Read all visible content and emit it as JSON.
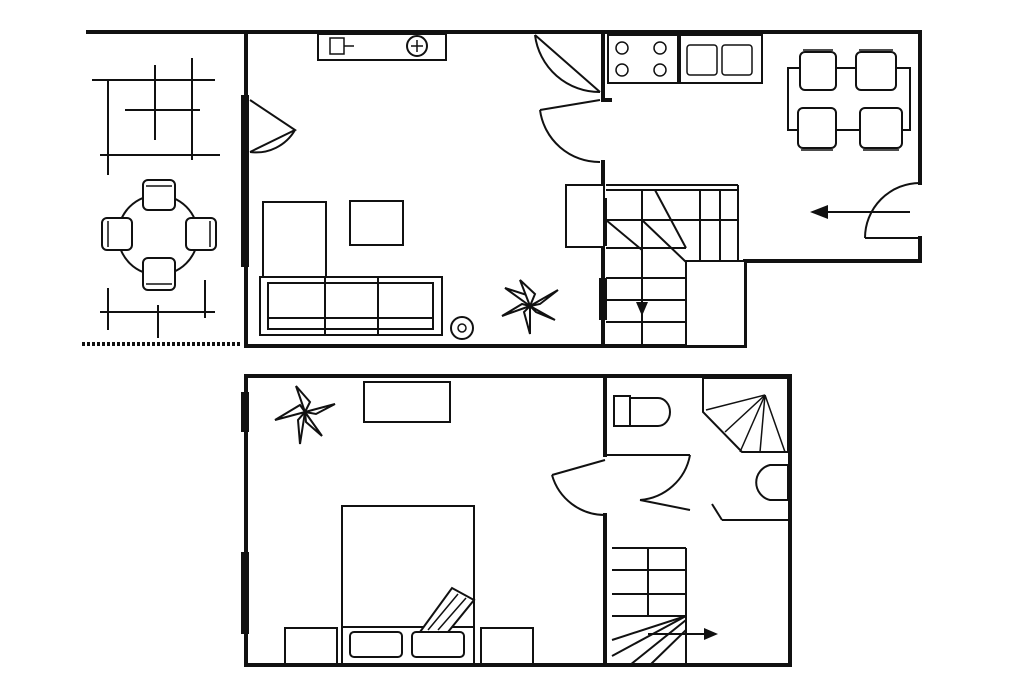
{
  "drawing": {
    "kind": "floor-plan",
    "levels": [
      "ground-floor",
      "upper-floor"
    ],
    "colors": {
      "line": "#111111",
      "background": "#ffffff"
    },
    "ground_floor": {
      "rooms": [
        "terrace",
        "living-room",
        "kitchen",
        "dining-area",
        "stair-hall"
      ],
      "furniture": [
        "tv-unit",
        "armchair",
        "coffee-table",
        "three-seat-sofa",
        "plant",
        "floor-lamp",
        "stove",
        "double-sink",
        "dining-table",
        "dining-chair",
        "terrace-table",
        "terrace-chair",
        "pergola"
      ]
    },
    "upper_floor": {
      "rooms": [
        "bedroom",
        "bathroom",
        "stair-landing"
      ],
      "furniture": [
        "double-bed",
        "nightstand",
        "dresser",
        "plant",
        "toilet",
        "shower",
        "washbasin"
      ]
    },
    "arrows": [
      "entrance-arrow",
      "stair-up-arrow",
      "stair-arrow"
    ]
  }
}
